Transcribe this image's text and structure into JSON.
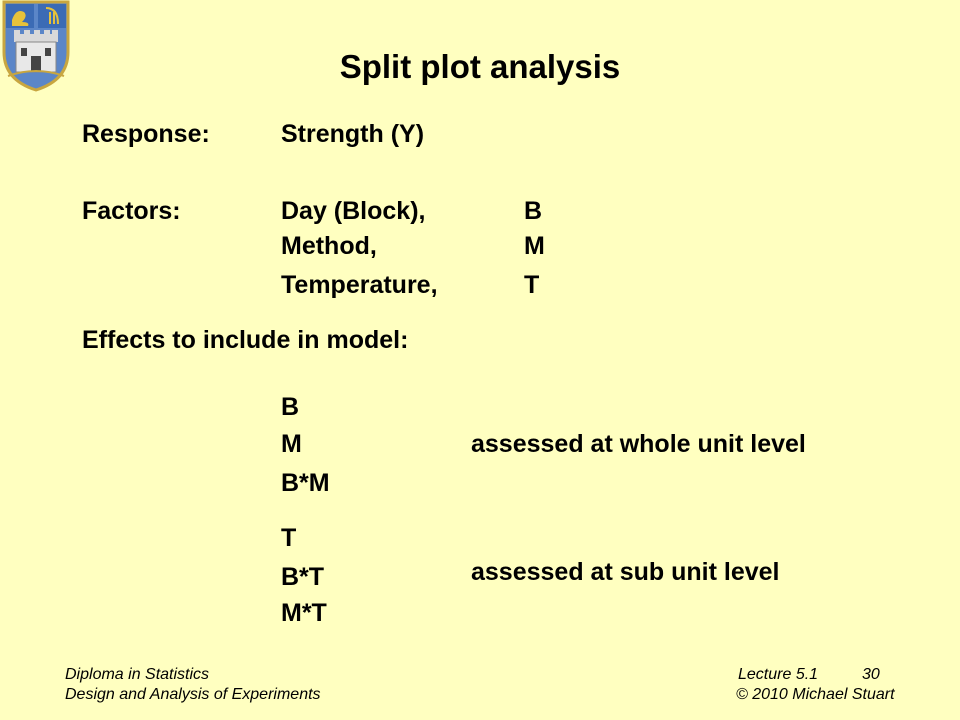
{
  "slide": {
    "title": "Split plot analysis",
    "response_label": "Response:",
    "response_value": "Strength (Y)",
    "factors_label": "Factors:",
    "factors": [
      {
        "name": "Day (Block),",
        "symbol": "B"
      },
      {
        "name": "Method,",
        "symbol": "M"
      },
      {
        "name": "Temperature,",
        "symbol": "T"
      }
    ],
    "effects_heading": "Effects to include in model:",
    "whole_unit_effects": [
      "B",
      "M",
      "B*M"
    ],
    "whole_unit_note": "assessed at whole unit level",
    "sub_unit_effects": [
      "T",
      "B*T",
      "M*T"
    ],
    "sub_unit_note": "assessed at sub unit level"
  },
  "footer": {
    "course_line1": "Diploma in Statistics",
    "course_line2": "Design and Analysis of Experiments",
    "lecture": "Lecture 5.1",
    "page_number": "30",
    "copyright": "© 2010 Michael Stuart"
  },
  "crest": {
    "icon": "university-crest-icon",
    "shield_color": "#5b86c8",
    "border_color": "#c8a640"
  }
}
